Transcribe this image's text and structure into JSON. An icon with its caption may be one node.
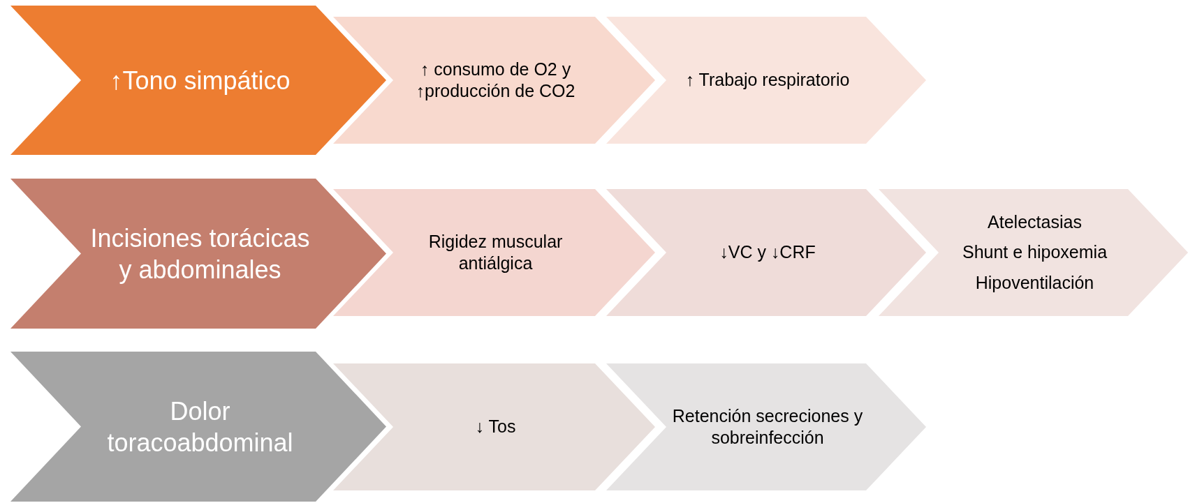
{
  "diagram": {
    "nodes": [
      {
        "text": [
          "↑Tono simpático"
        ]
      },
      {
        "text": [
          "↑ consumo de O2 y ↑producción de CO2"
        ]
      },
      {
        "text": [
          "↑ Trabajo respiratorio"
        ]
      },
      {
        "text": [
          "Incisiones torácicas y abdominales"
        ]
      },
      {
        "text": [
          "Rigidez muscular antiálgica"
        ]
      },
      {
        "text": [
          "↓VC y ↓CRF"
        ]
      },
      {
        "text": [
          "Atelectasias",
          "Shunt e hipoxemia",
          "Hipoventilación"
        ]
      },
      {
        "text": [
          "Dolor toracoabdominal"
        ]
      },
      {
        "text": [
          "↓ Tos"
        ]
      },
      {
        "text": [
          "Retención secreciones y sobreinfección"
        ]
      }
    ]
  }
}
